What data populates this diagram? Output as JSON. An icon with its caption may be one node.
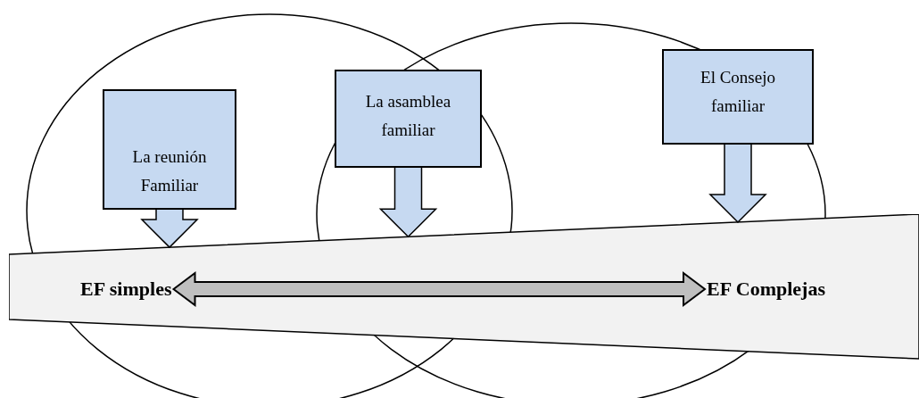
{
  "diagram": {
    "nodes": [
      {
        "text": [
          "La reunión Familiar"
        ]
      },
      {
        "text": [
          "La asamblea familiar"
        ]
      },
      {
        "text": [
          "El Consejo familiar"
        ]
      },
      {
        "text": [],
        "shape": "band"
      },
      {
        "text": [
          "EF simples"
        ],
        "in": 3
      },
      {
        "text": [
          "EF Complejas"
        ],
        "in": 3
      }
    ],
    "edges": [
      {
        "from": 0,
        "to": 3,
        "arrow": "to"
      },
      {
        "from": 1,
        "to": 3,
        "arrow": "to"
      },
      {
        "from": 2,
        "to": 3,
        "arrow": "to"
      },
      {
        "from": 4,
        "to": 5,
        "arrow": "both",
        "style": "thick",
        "color": "#bfbfbf"
      }
    ]
  }
}
